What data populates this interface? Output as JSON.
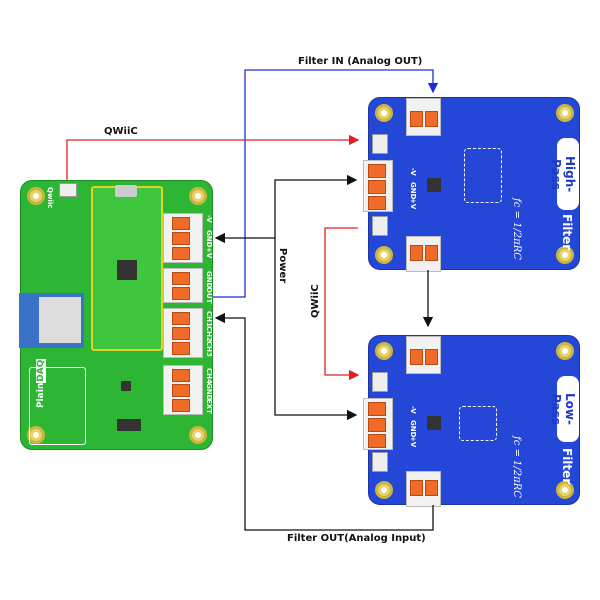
{
  "labels": {
    "filter_in": "Filter IN (Analog OUT)",
    "qwiic_top": "QWiiC",
    "power": "Power",
    "qwiic_mid": "QWiiC",
    "filter_out": "Filter OUT(Analog Input)"
  },
  "daq_board": {
    "logo_left": "Plain",
    "logo_right": "DAQ",
    "qwiic_label": "Qwiic",
    "pins_power": [
      "-V",
      "GND",
      "+V"
    ],
    "pins_out": [
      "GND",
      "OUT"
    ],
    "pins_ch": [
      "CH1",
      "CH2",
      "CH3"
    ],
    "pins_ext": [
      "CH4",
      "GND",
      "EXT"
    ]
  },
  "hpf_board": {
    "title": "High-Pass",
    "subtitle": "Filter",
    "formula": "fc = 1/2πRC",
    "pins": [
      "-V",
      "GND",
      "+V"
    ]
  },
  "lpf_board": {
    "title": "Low-Pass",
    "subtitle": "Filter",
    "formula": "fc = 1/2πRC",
    "pins": [
      "-V",
      "GND",
      "+V"
    ]
  },
  "colors": {
    "analog_out": "#1a2fd6",
    "qwiic": "#e02020",
    "power": "#111111",
    "green_pcb": "#2db534",
    "blue_pcb": "#2447d8",
    "terminal": "#f06a28"
  }
}
